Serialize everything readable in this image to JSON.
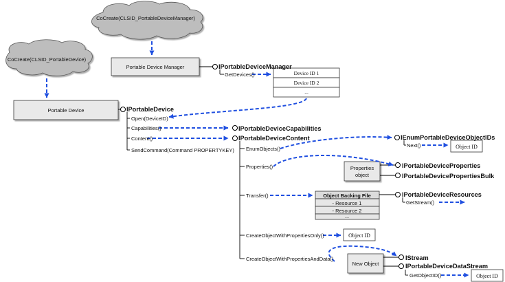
{
  "clouds": {
    "manager": "CoCreate(CLSID_PortableDeviceManager)",
    "device": "CoCreate(CLSID_PortableDevice)"
  },
  "boxes": {
    "manager": "Portable Device Manager",
    "device": "Portable Device",
    "properties_object": [
      "Properties",
      "object"
    ],
    "new_object": "New Object",
    "object_id": "Object ID"
  },
  "device_ids": [
    "Device ID 1",
    "Device ID 2",
    "..."
  ],
  "backing": {
    "header": "Object Backing File",
    "rows": [
      "- Resource 1",
      "- Resource 2",
      "..."
    ]
  },
  "interfaces": {
    "manager": "IPortableDeviceManager",
    "device": "IPortableDevice",
    "capabilities": "IPortableDeviceCapabilities",
    "content": "IPortableDeviceContent",
    "enum": "IEnumPortableDeviceObjectIDs",
    "properties": "IPortableDeviceProperties",
    "properties_bulk": "IPortableDevicePropertiesBulk",
    "resources": "IPortableDeviceResources",
    "stream": "IStream",
    "data_stream": "IPortableDeviceDataStream"
  },
  "methods": {
    "get_devices": "GetDevices()",
    "open": "Open(DeviceID)",
    "capabilities": "Capabilities()",
    "content": "Content()",
    "send_command": "SendCommand(Command PROPERTYKEY)",
    "enum_objects": "EnumObjects()",
    "next": "Next()",
    "properties": "Properties()",
    "transfer": "Transfer()",
    "get_stream": "GetStream()",
    "create_props_only": "CreateObjectWithPropertiesOnly()",
    "create_props_data": "CreateObjectWithPropertiesAndData()",
    "get_object_id": "GetObjectID()"
  },
  "colors": {
    "arrow": "#1f4fe0",
    "cloud_fill": "#bdbdbd",
    "box_fill": "#e9e9e9",
    "line": "#000000"
  }
}
